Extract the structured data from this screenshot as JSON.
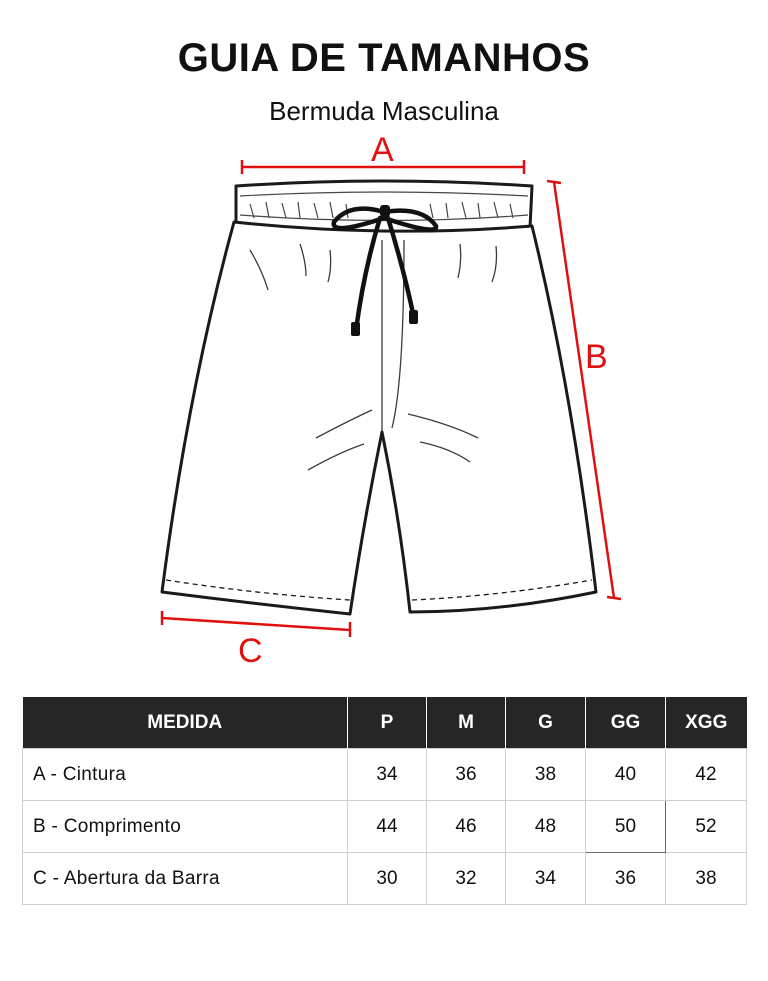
{
  "header": {
    "title": "GUIA DE TAMANHOS",
    "subtitle": "Bermuda Masculina"
  },
  "diagram": {
    "labels": {
      "a": "A",
      "b": "B",
      "c": "C"
    },
    "accent_color": "#e01010",
    "garment_icon": "shorts-illustration"
  },
  "table": {
    "headers": [
      "MEDIDA",
      "P",
      "M",
      "G",
      "GG",
      "XGG"
    ],
    "rows": [
      {
        "label": "A - Cintura",
        "values": [
          "34",
          "36",
          "38",
          "40",
          "42"
        ]
      },
      {
        "label": "B - Comprimento",
        "values": [
          "44",
          "46",
          "48",
          "50",
          "52"
        ]
      },
      {
        "label": "C - Abertura da Barra",
        "values": [
          "30",
          "32",
          "34",
          "36",
          "38"
        ]
      }
    ],
    "header_bg": "#262626"
  }
}
